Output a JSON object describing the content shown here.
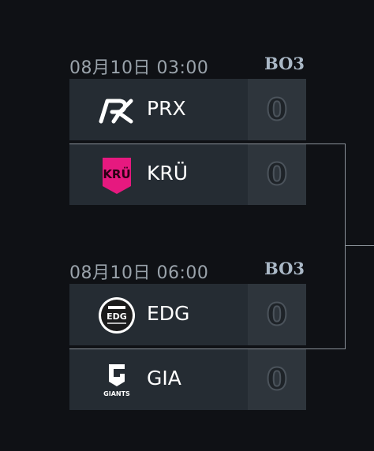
{
  "matches": [
    {
      "time": "08月10日 03:00",
      "format": "BO3",
      "teams": [
        {
          "name": "PRX",
          "score": "0",
          "logo_icon": "prx-logo-icon"
        },
        {
          "name": "KRÜ",
          "score": "0",
          "logo_icon": "kru-logo-icon"
        }
      ]
    },
    {
      "time": "08月10日 06:00",
      "format": "BO3",
      "teams": [
        {
          "name": "EDG",
          "score": "0",
          "logo_icon": "edg-logo-icon"
        },
        {
          "name": "GIA",
          "score": "0",
          "logo_icon": "giants-logo-icon"
        }
      ]
    }
  ],
  "logo_texts": {
    "edg_main": "EDG",
    "giants": "GIANTS",
    "kru": "KRÜ"
  },
  "colors": {
    "background": "#0f1115",
    "team_cell": "#252c33",
    "score_cell": "#2e353c",
    "time_text": "#9aa3ab",
    "format_text": "#aab8c6",
    "kru_pink": "#e6197f",
    "bracket_line": "#8b929a"
  }
}
